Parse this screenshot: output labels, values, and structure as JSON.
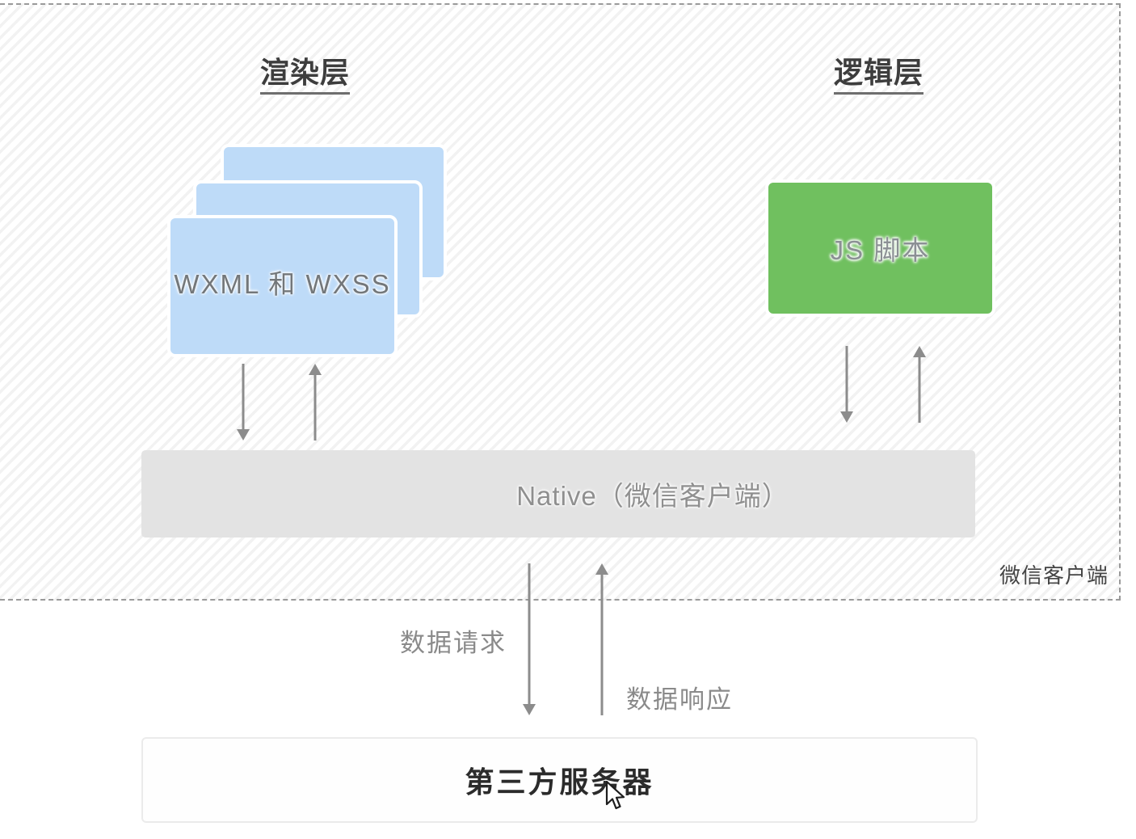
{
  "diagram": {
    "client_container": {
      "corner_label": "微信客户端",
      "render_layer": {
        "title": "渲染层",
        "stack_label": "WXML 和 WXSS"
      },
      "logic_layer": {
        "title": "逻辑层",
        "box_label": "JS 脚本"
      },
      "native_bar": {
        "label": "Native（微信客户端）"
      }
    },
    "network": {
      "request_label": "数据请求",
      "response_label": "数据响应"
    },
    "server": {
      "label": "第三方服务器"
    },
    "colors": {
      "render_card": "#BEDBF8",
      "logic_box": "#70C05F",
      "native_bar": "#E3E3E3",
      "arrow": "#8C8C8C",
      "dashed_border": "#9A9A9A",
      "hatch_stripe": "#ECECEC"
    }
  }
}
